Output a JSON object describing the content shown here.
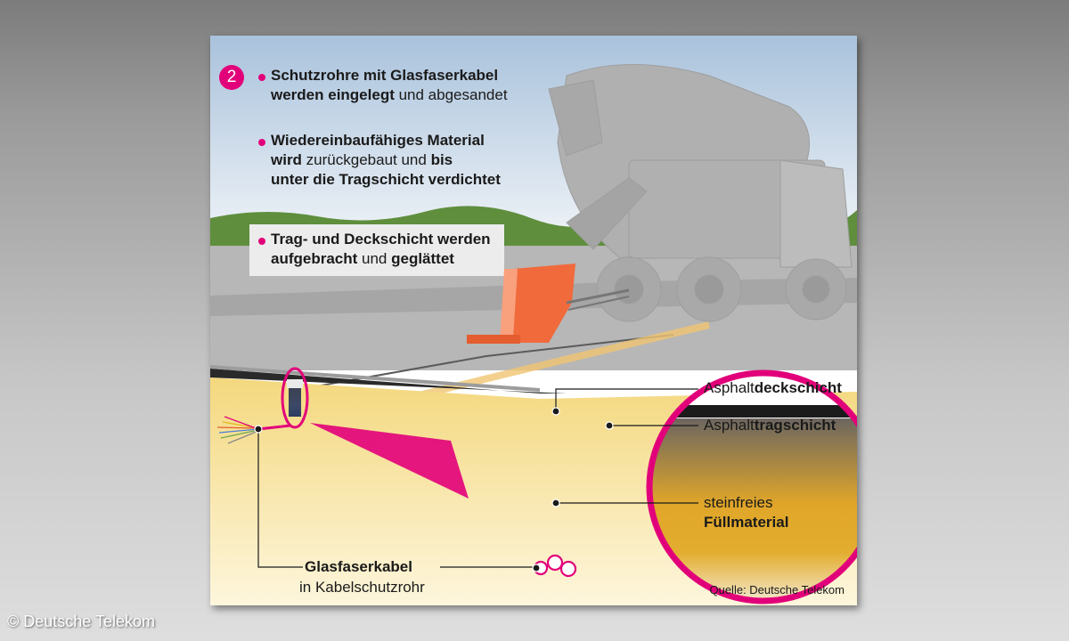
{
  "step_number": "2",
  "steps": [
    {
      "lines": [
        [
          {
            "t": "Schutzrohre mit Glasfaserkabel",
            "b": true
          }
        ],
        [
          {
            "t": "werden eingelegt",
            "b": true
          },
          {
            "t": " und abgesandet",
            "b": false
          }
        ]
      ]
    },
    {
      "lines": [
        [
          {
            "t": "Wiedereinbaufähiges Material",
            "b": true
          }
        ],
        [
          {
            "t": "wird",
            "b": true
          },
          {
            "t": " zurückgebaut und ",
            "b": false
          },
          {
            "t": "bis",
            "b": true
          }
        ],
        [
          {
            "t": "unter die Tragschicht verdichtet",
            "b": true
          }
        ]
      ]
    },
    {
      "lines": [
        [
          {
            "t": "Trag- und Deckschicht werden",
            "b": true
          }
        ],
        [
          {
            "t": "aufgebracht",
            "b": true
          },
          {
            "t": " und ",
            "b": false
          },
          {
            "t": "geglättet",
            "b": true
          }
        ]
      ]
    }
  ],
  "labels": {
    "deck": [
      {
        "t": "Asphalt",
        "b": false
      },
      {
        "t": "deckschicht",
        "b": true
      }
    ],
    "trag": [
      {
        "t": "Asphalt",
        "b": false
      },
      {
        "t": "tragschicht",
        "b": true
      }
    ],
    "fill_line1": "steinfreies",
    "fill_line2": "Füllmaterial",
    "cable_line1": "Glasfaserkabel",
    "cable_line2": "in Kabelschutzrohr"
  },
  "source": "Quelle: Deutsche Telekom",
  "copyright": "© Deutsche Telekom",
  "colors": {
    "accent": "#e2007a",
    "sand": "#e3a92a",
    "asphalt": "#1b1b1b",
    "paver": "#f06a3c"
  }
}
